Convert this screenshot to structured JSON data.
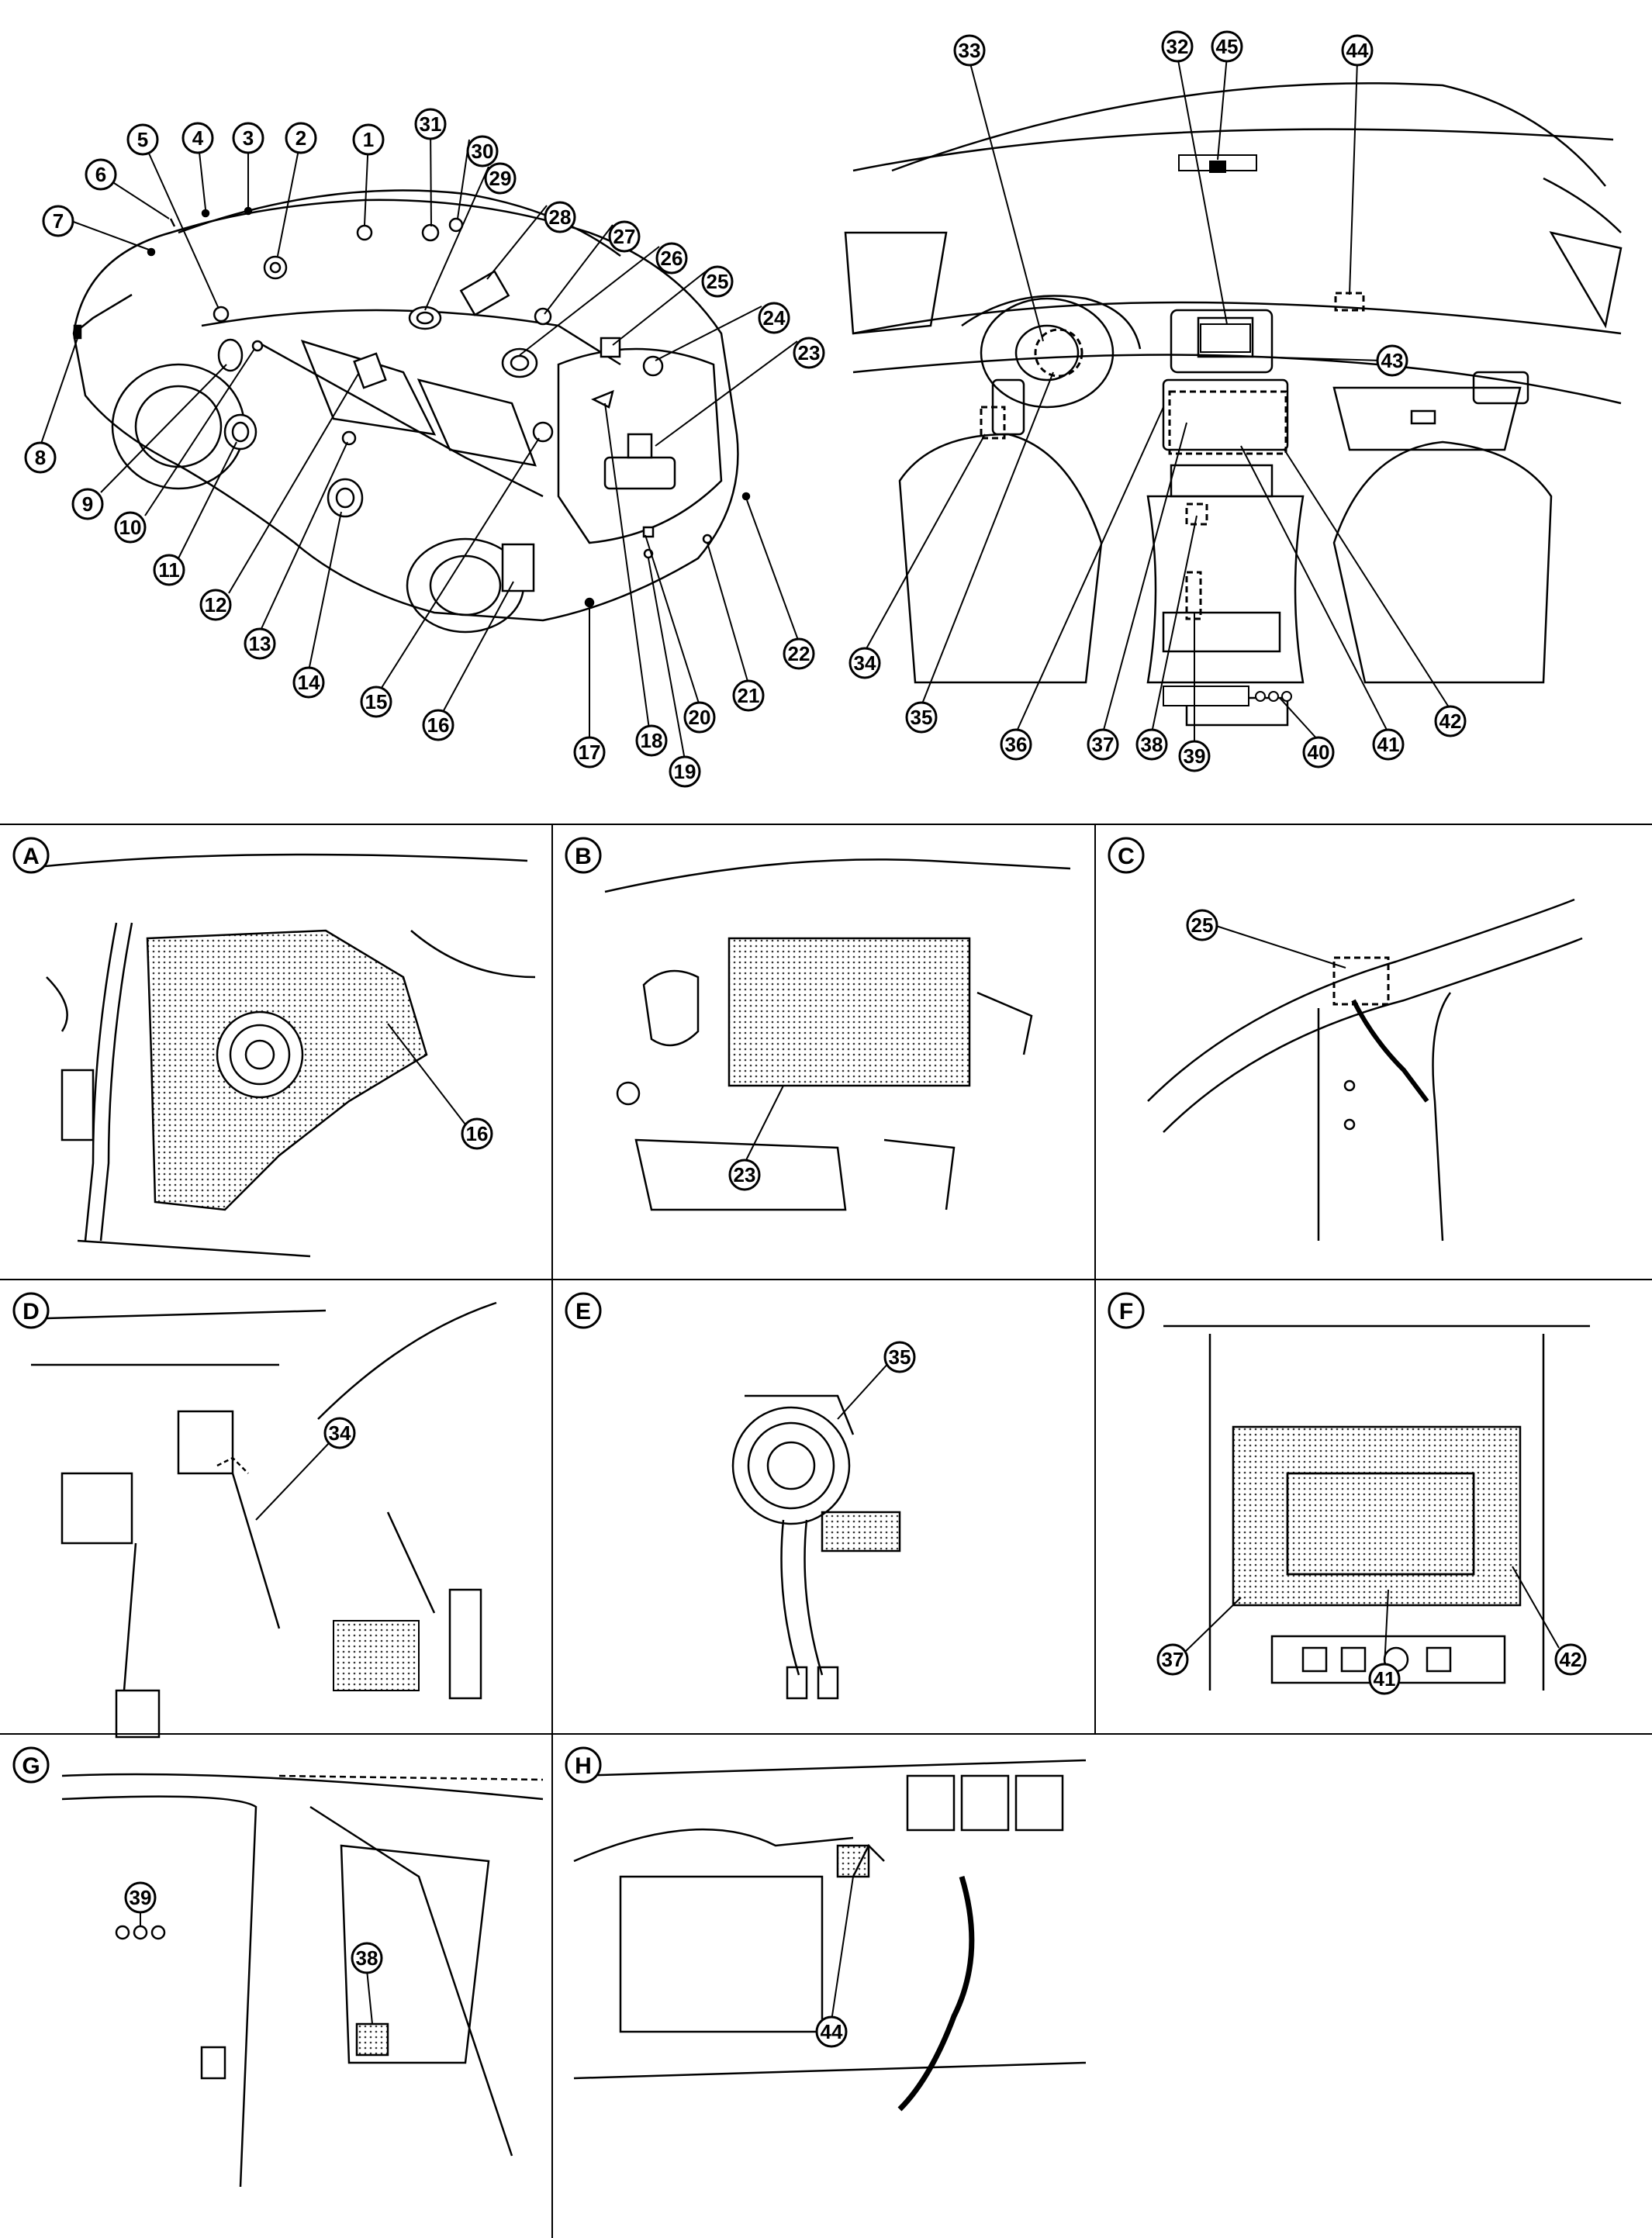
{
  "overview_left": {
    "callouts": [
      "1",
      "2",
      "3",
      "4",
      "5",
      "6",
      "7",
      "8",
      "9",
      "10",
      "11",
      "12",
      "13",
      "14",
      "15",
      "16",
      "17",
      "18",
      "19",
      "20",
      "21",
      "22",
      "23",
      "24",
      "25",
      "26",
      "27",
      "28",
      "29",
      "30",
      "31"
    ]
  },
  "overview_right": {
    "callouts": [
      "32",
      "33",
      "34",
      "35",
      "36",
      "37",
      "38",
      "39",
      "40",
      "41",
      "42",
      "43",
      "44",
      "45"
    ]
  },
  "panels": [
    {
      "letter": "A",
      "callouts": [
        "16"
      ]
    },
    {
      "letter": "B",
      "callouts": [
        "23"
      ]
    },
    {
      "letter": "C",
      "callouts": [
        "25"
      ]
    },
    {
      "letter": "D",
      "callouts": [
        "34"
      ]
    },
    {
      "letter": "E",
      "callouts": [
        "35"
      ]
    },
    {
      "letter": "F",
      "callouts": [
        "37",
        "41",
        "42"
      ]
    },
    {
      "letter": "G",
      "callouts": [
        "39",
        "38"
      ]
    },
    {
      "letter": "H",
      "callouts": [
        "44"
      ]
    }
  ],
  "colors": {
    "line": "#000000",
    "hatch": "#555555",
    "background": "#ffffff"
  }
}
